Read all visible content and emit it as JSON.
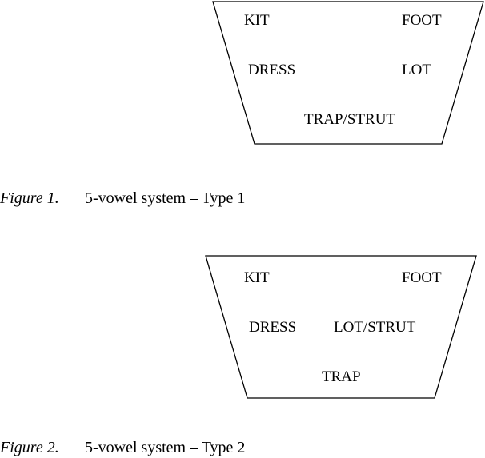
{
  "figures": [
    {
      "caption_label": "Figure 1.",
      "caption_text": "5-vowel system – Type 1",
      "vowels": {
        "top_left": "KIT",
        "top_right": "FOOT",
        "mid_left": "DRESS",
        "mid_right": "LOT",
        "bottom": "TRAP/STRUT"
      }
    },
    {
      "caption_label": "Figure 2.",
      "caption_text": "5-vowel system – Type 2",
      "vowels": {
        "top_left": "KIT",
        "top_right": "FOOT",
        "mid_left": "DRESS",
        "mid_right": "LOT/STRUT",
        "bottom": "TRAP"
      }
    }
  ],
  "colors": {
    "stroke": "#000000",
    "text": "#000000",
    "background": "#ffffff"
  }
}
